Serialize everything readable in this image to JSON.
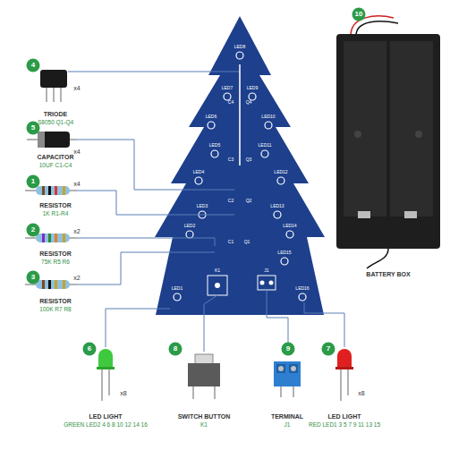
{
  "diagram": {
    "nodes": [
      {
        "text": [
          "10"
        ]
      },
      {
        "text": [
          "4"
        ]
      },
      {
        "text": [
          "5"
        ]
      },
      {
        "text": [
          "1"
        ]
      },
      {
        "text": [
          "2"
        ]
      },
      {
        "text": [
          "3"
        ]
      },
      {
        "text": [
          "6"
        ]
      },
      {
        "text": [
          "8"
        ]
      },
      {
        "text": [
          "9"
        ]
      },
      {
        "text": [
          "7"
        ]
      }
    ],
    "labels": [
      "TRIODE",
      "S8050 Q1-Q4",
      "x4",
      "CAPACITOR",
      "10UF C1-C4",
      "x4",
      "RESISTOR",
      "1K R1-R4",
      "x4",
      "RESISTOR",
      "75K R5 R6",
      "x2",
      "RESISTOR",
      "100K R7 R8",
      "x2",
      "LED LIGHT",
      "GREEN LED2 4 6 8 10 12 14 16",
      "x8",
      "SWITCH BUTTON",
      "K1",
      "TERMINAL",
      "J1",
      "LED LIGHT",
      "RED LED1 3 5 7 9 11 13 15",
      "x8",
      "BATTERY BOX",
      "LED1",
      "LED2",
      "LED3",
      "LED4",
      "LED5",
      "LED6",
      "LED7",
      "LED8",
      "LED9",
      "LED10",
      "LED11",
      "LED12",
      "LED13",
      "LED14",
      "LED15",
      "LED16",
      "K1",
      "J1",
      "Q1",
      "Q2",
      "Q3",
      "Q4",
      "C1",
      "C2",
      "C3",
      "C4"
    ]
  }
}
